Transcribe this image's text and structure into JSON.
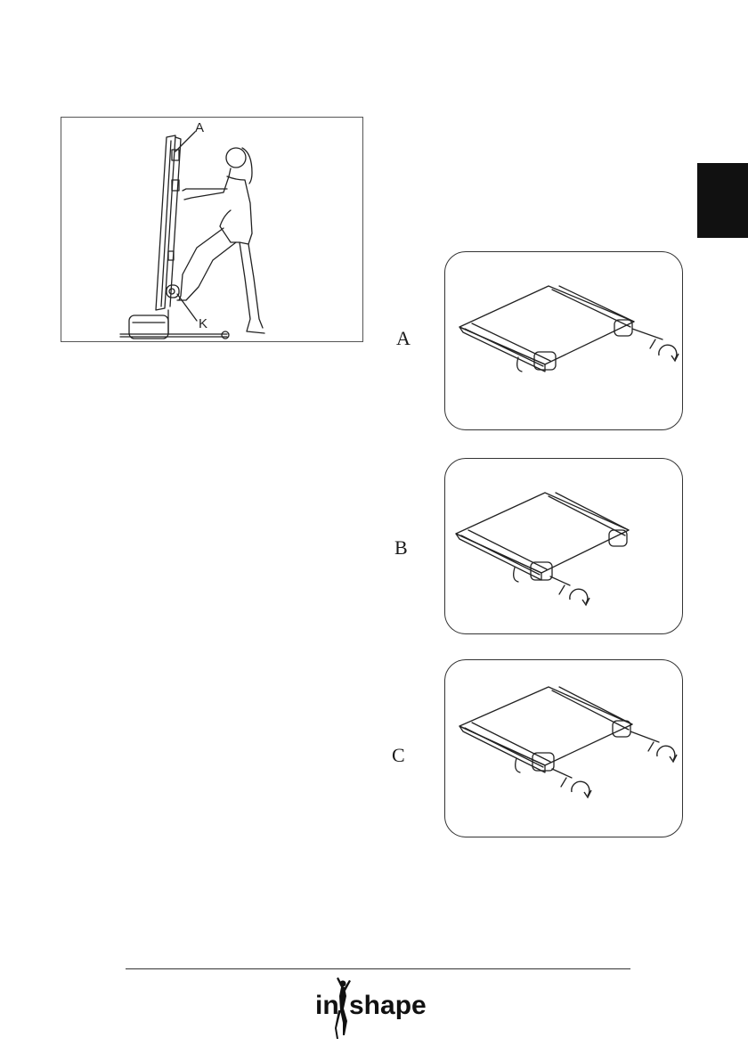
{
  "fold_figure": {
    "callout_a": "A",
    "callout_k": "K"
  },
  "steps": [
    {
      "label": "A"
    },
    {
      "label": "B"
    },
    {
      "label": "C"
    }
  ],
  "footer": {
    "logo_text": "inshape"
  },
  "colors": {
    "ink": "#111111",
    "tab": "#111111",
    "paper": "#ffffff"
  },
  "icons": [
    "clockwise-arrow-icon",
    "allen-key-icon"
  ]
}
